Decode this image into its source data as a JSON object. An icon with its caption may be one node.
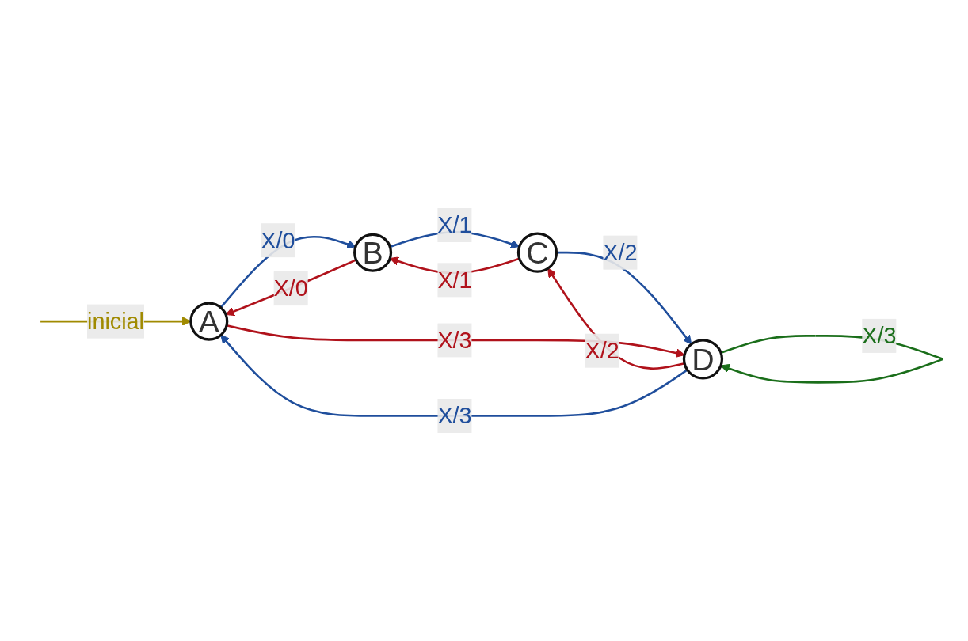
{
  "diagram": {
    "nodes": [
      {
        "text": [
          "A"
        ]
      },
      {
        "text": [
          "B"
        ]
      },
      {
        "text": [
          "C"
        ]
      },
      {
        "text": [
          "D"
        ]
      }
    ],
    "edges": [
      {
        "from": null,
        "to": 0,
        "arrow": "to",
        "label": "inicial",
        "color": "#a08a00"
      },
      {
        "from": 0,
        "to": 1,
        "arrow": "to",
        "label": "X/0",
        "color": "#1f4e9c"
      },
      {
        "from": 1,
        "to": 0,
        "arrow": "to",
        "label": "X/0",
        "color": "#b0121b"
      },
      {
        "from": 1,
        "to": 2,
        "arrow": "to",
        "label": "X/1",
        "color": "#1f4e9c"
      },
      {
        "from": 2,
        "to": 1,
        "arrow": "to",
        "label": "X/1",
        "color": "#b0121b"
      },
      {
        "from": 2,
        "to": 3,
        "arrow": "to",
        "label": "X/2",
        "color": "#1f4e9c"
      },
      {
        "from": 3,
        "to": 2,
        "arrow": "to",
        "label": "X/2",
        "color": "#b0121b"
      },
      {
        "from": 3,
        "to": 0,
        "arrow": "to",
        "label": "X/3",
        "color": "#1f4e9c"
      },
      {
        "from": 0,
        "to": 3,
        "arrow": "to",
        "label": "X/3",
        "color": "#b0121b"
      },
      {
        "from": 3,
        "to": 3,
        "arrow": "to",
        "label": "X/3",
        "color": "#1a6e1a"
      }
    ]
  }
}
